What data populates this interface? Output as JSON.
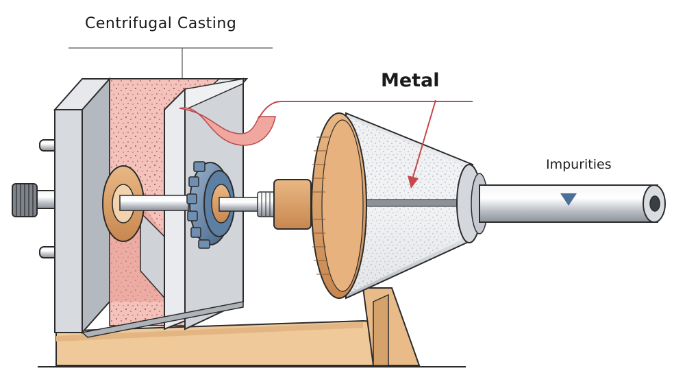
{
  "labels": {
    "title": "Centrifugal Casting",
    "metal": "Metal",
    "impurities": "Impurities"
  },
  "colors": {
    "steel_light": "#e4e6ea",
    "steel_mid": "#c5c9cf",
    "steel_dark": "#8d9299",
    "copper": "#d9a06b",
    "wood_base": "#f0c99a",
    "molten_metal": "#f2b4ad",
    "gear_blue": "#5c7fa3",
    "arrow_red": "#c9464a",
    "impurity_marker": "#4a6f99",
    "outline": "#2b2b2b"
  },
  "icons": [
    "down-arrow-marker",
    "impurity-triangle-marker"
  ]
}
